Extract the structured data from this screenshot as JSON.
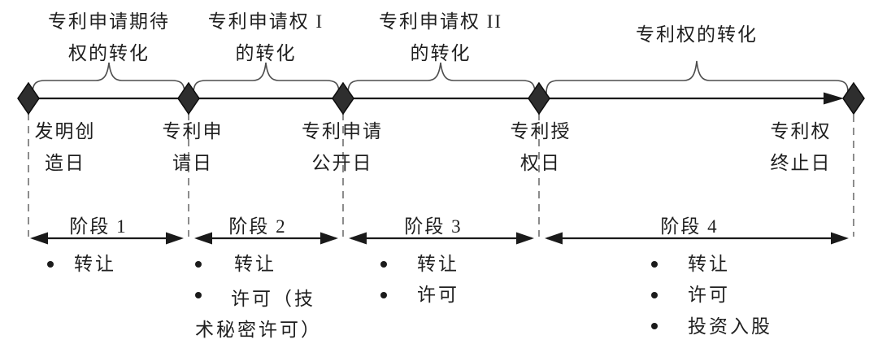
{
  "diagram": {
    "phases": [
      {
        "line1": "专利申请期待",
        "line2": "权的转化"
      },
      {
        "line1": "专利申请权 I",
        "line2": "的转化"
      },
      {
        "line1": "专利申请权 II",
        "line2": "的转化"
      },
      {
        "line1": "专利权的转化"
      }
    ],
    "milestones": [
      {
        "line1": "发明创",
        "line2": "造日"
      },
      {
        "line1": "专利申",
        "line2": "请日"
      },
      {
        "line1": "专利申请",
        "line2": "公开日"
      },
      {
        "line1": "专利授",
        "line2": "权日"
      },
      {
        "line1": "专利权",
        "line2": "终止日"
      }
    ],
    "stages": [
      {
        "label": "阶段 1",
        "items": [
          "转让"
        ]
      },
      {
        "label": "阶段 2",
        "items": [
          "转让",
          "许可（技术秘密许可）"
        ]
      },
      {
        "label": "阶段 3",
        "items": [
          "转让",
          "许可"
        ]
      },
      {
        "label": "阶段 4",
        "items": [
          "转让",
          "许可",
          "投资入股"
        ]
      }
    ],
    "colors": {
      "line": "#1a1a1a",
      "diamond_fill": "#2e2e2e",
      "brace": "#4d4d4d",
      "dashed": "#8c8c8c",
      "background": "#ffffff"
    }
  }
}
